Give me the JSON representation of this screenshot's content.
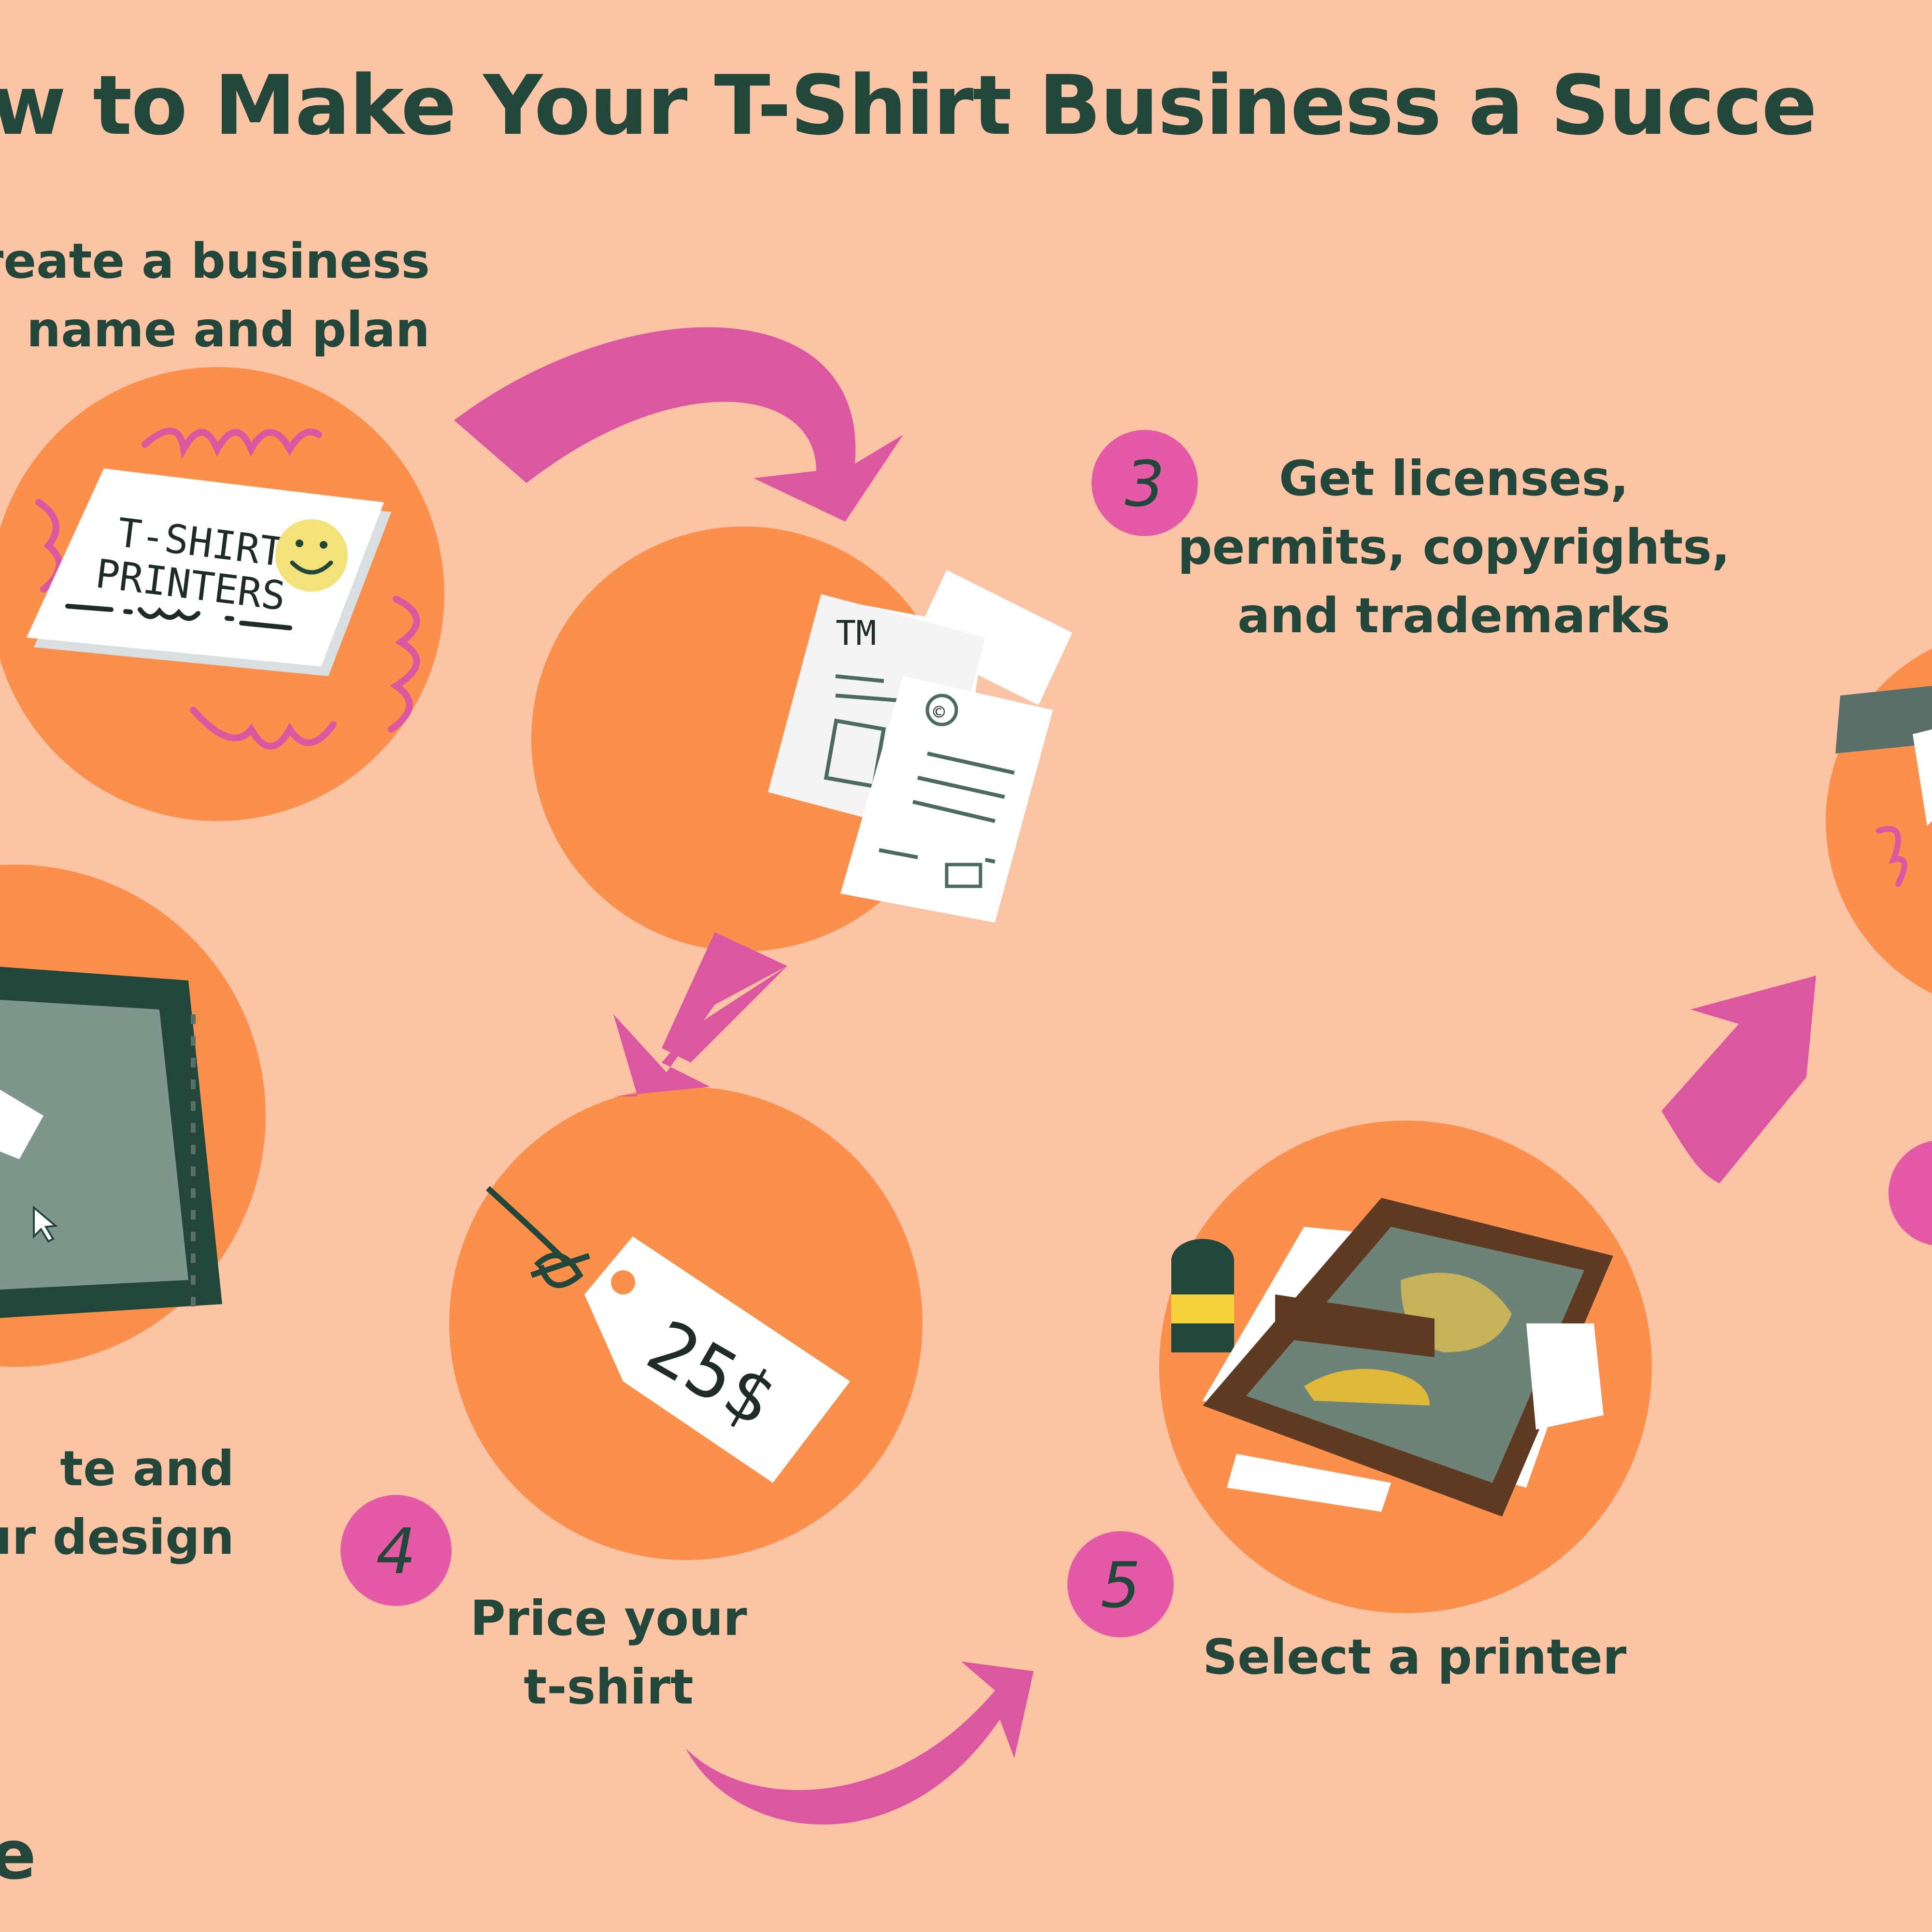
{
  "title": "w to Make Your T-Shirt Business a Succe",
  "steps": [
    {
      "number": "",
      "lines": [
        "reate a business",
        "name and plan"
      ]
    },
    {
      "number": "",
      "lines": [
        "te and",
        "ur design"
      ]
    },
    {
      "number": "3",
      "lines": [
        "Get licenses,",
        "permits, copyrights,",
        "and trademarks"
      ]
    },
    {
      "number": "4",
      "lines": [
        "Price your",
        "t-shirt"
      ]
    },
    {
      "number": "5",
      "lines": [
        "Select a printer"
      ]
    }
  ],
  "card": {
    "line1": "T-SHIRT",
    "line2": "PRINTERS"
  },
  "documents": {
    "tm": "TM",
    "copyright": "©"
  },
  "price_tag": {
    "label": "25$"
  },
  "brand": "e",
  "colors": {
    "background": "#fbc4a5",
    "circle": "#fb8f4c",
    "arrow": "#db57a0",
    "badge": "#e45aa6",
    "text": "#22463a"
  }
}
